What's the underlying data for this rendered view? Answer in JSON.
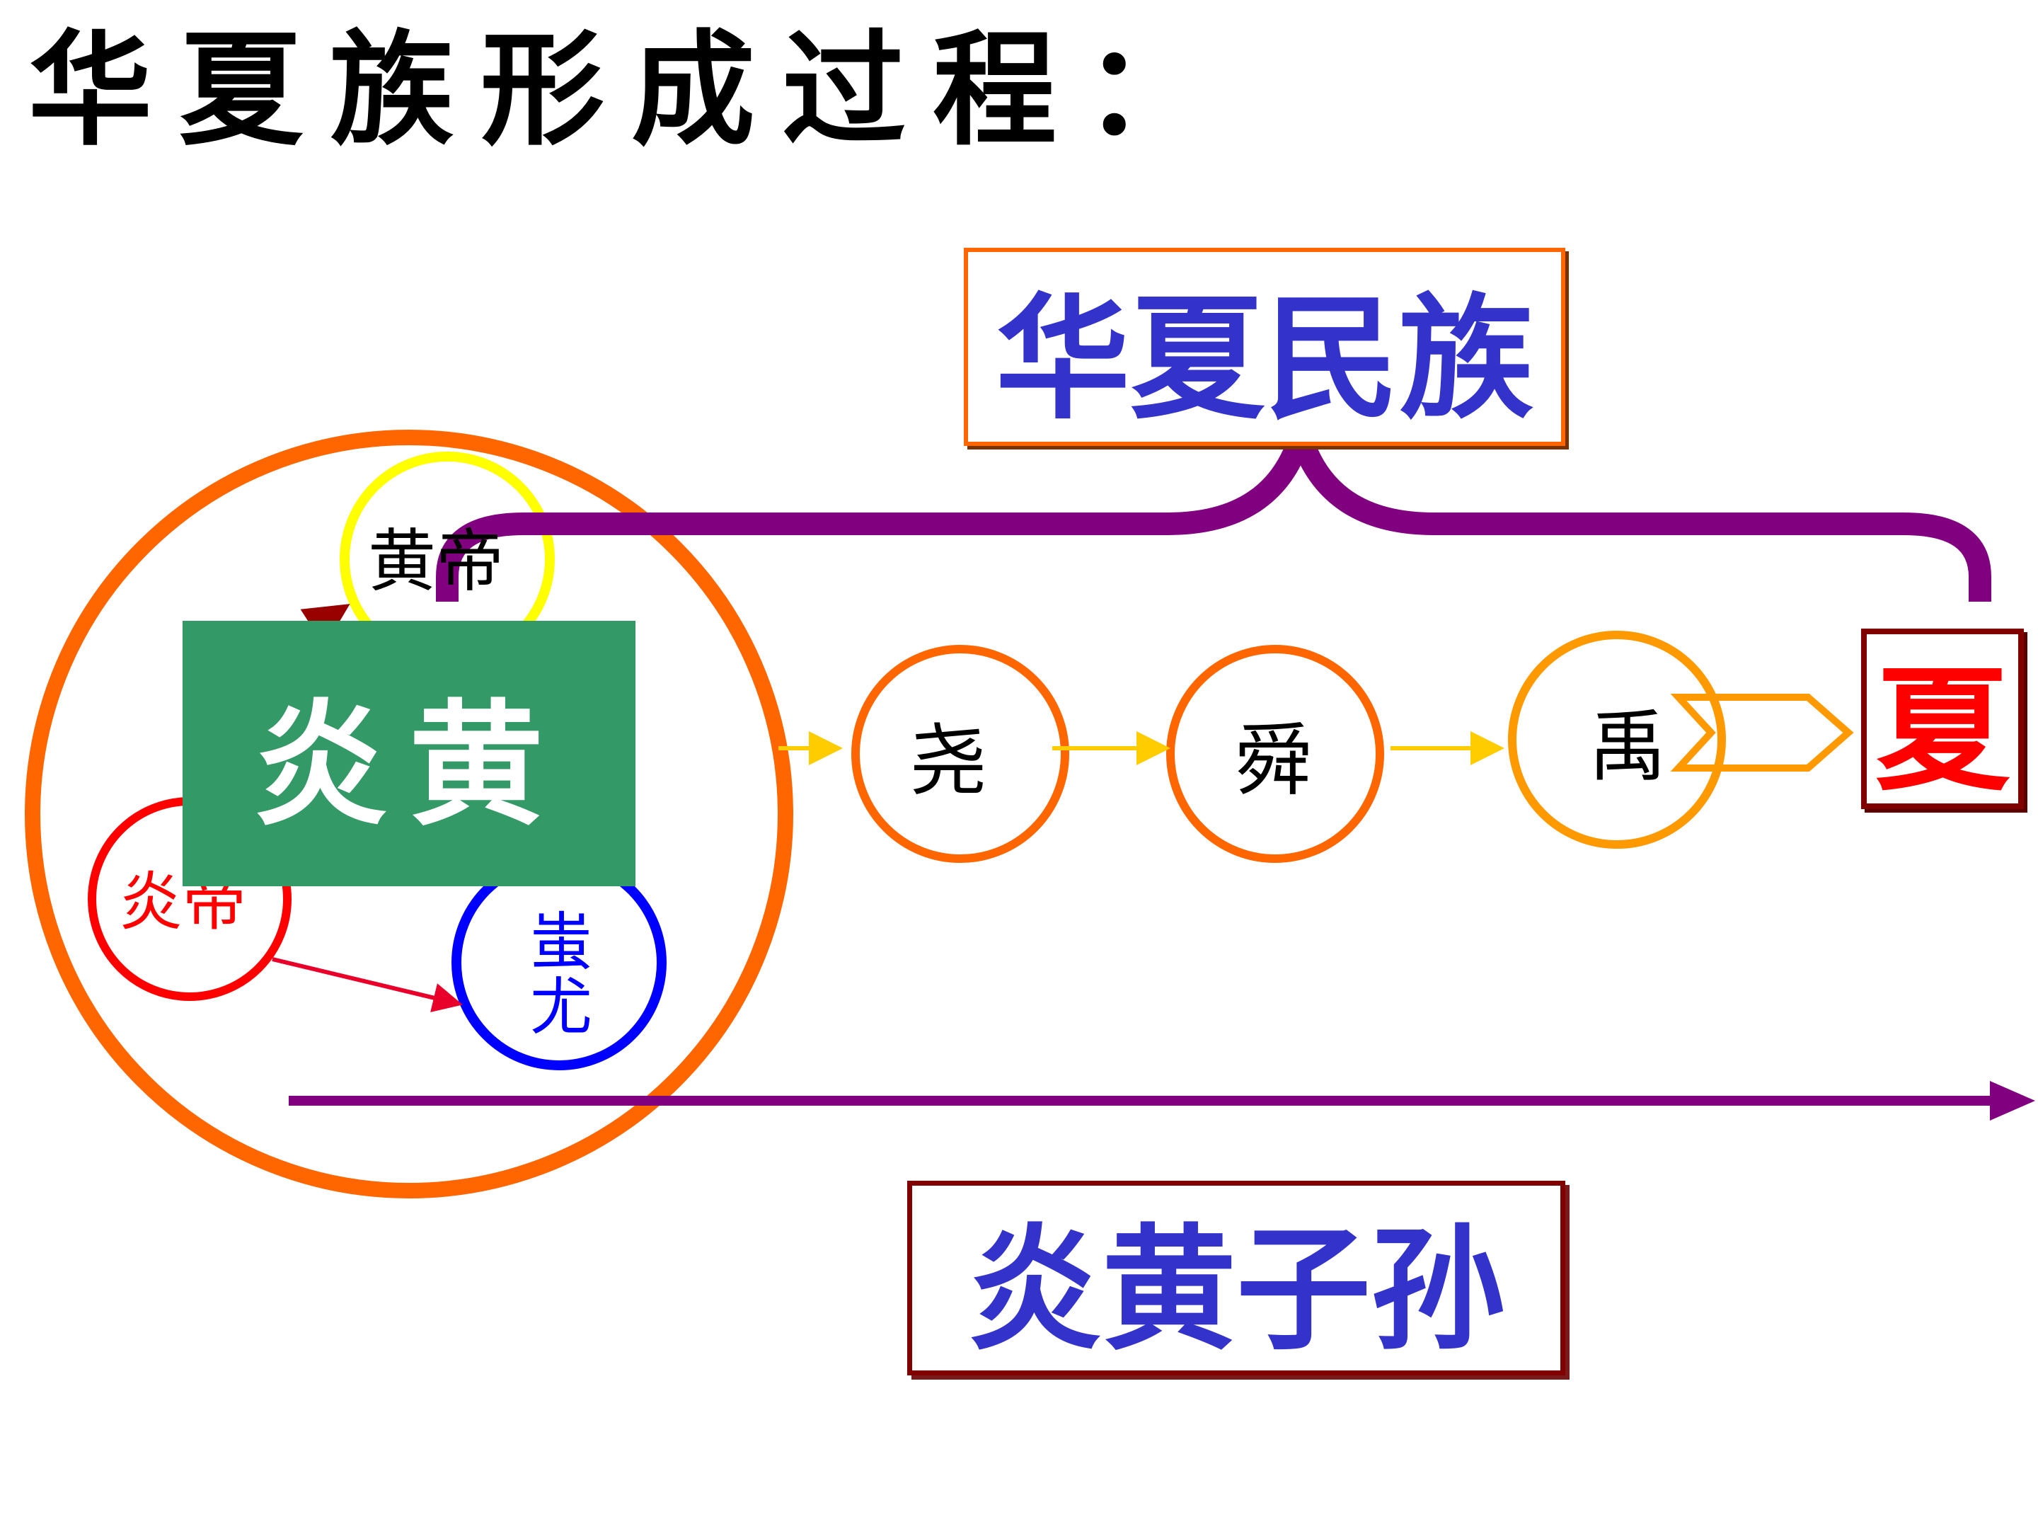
{
  "title": "华夏族形成过程：",
  "nodes": {
    "huangdi": "黄帝",
    "yandi": "炎帝",
    "chiyou": "蚩尤",
    "yao": "尧",
    "shun": "舜",
    "yu": "禹"
  },
  "labels": {
    "yanhuang": "炎黄",
    "huaxia_minzu": "华夏民族",
    "xia": "夏",
    "yanhuang_zisun": "炎黄子孙"
  },
  "colors": {
    "big_circle": "#ff6600",
    "huangdi_circle": "#ffff00",
    "yandi_circle": "#ff0000",
    "chiyou_circle": "#0000ff",
    "yao_circle": "#ff6600",
    "shun_circle": "#ff6600",
    "yu_circle": "#ff9900",
    "brace": "#800080",
    "timeline": "#800080",
    "green_box": "#339966",
    "heading_text": "#3333cc"
  }
}
